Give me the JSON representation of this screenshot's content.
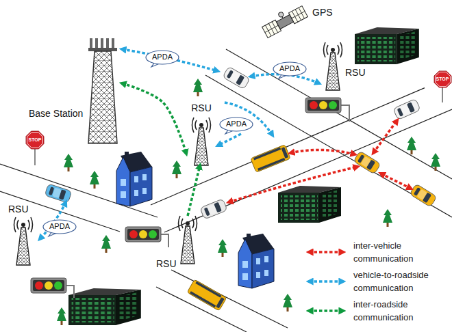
{
  "diagram": {
    "nodes": [
      {
        "text": [
          "GPS"
        ]
      },
      {
        "text": [
          "Base Station"
        ]
      },
      {
        "text": [
          "APDA"
        ]
      },
      {
        "text": [
          "APDA"
        ]
      },
      {
        "text": [
          "RSU"
        ]
      },
      {
        "text": [
          "STOP"
        ]
      },
      {
        "text": [
          "RSU"
        ]
      },
      {
        "text": [
          "APDA"
        ]
      },
      {
        "text": [
          "STOP"
        ]
      },
      {
        "text": [
          "RSU"
        ]
      },
      {
        "text": [
          "APDA"
        ]
      },
      {
        "text": [
          "RSU"
        ]
      }
    ],
    "edges": [
      {
        "from": 1,
        "to": 6,
        "arrow": "both"
      },
      {
        "from": 11,
        "to": 6,
        "arrow": "to"
      }
    ],
    "legend": [
      {
        "text": "inter-vehicle communication"
      },
      {
        "text": "vehicle-to-roadside communication"
      },
      {
        "text": "inter-roadside communication"
      }
    ]
  }
}
